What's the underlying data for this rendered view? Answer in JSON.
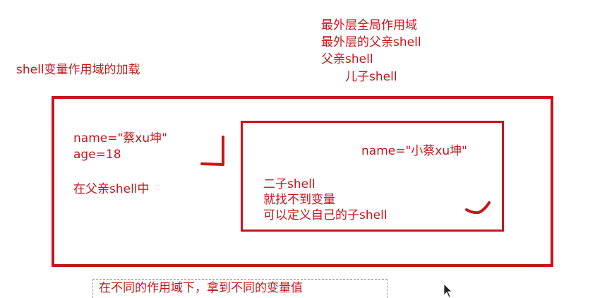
{
  "heading": {
    "title": "shell变量作用域的加载"
  },
  "hierarchy": {
    "lines": [
      "最外层全局作用域",
      "最外层的父亲shell",
      "父亲shell",
      "儿子shell"
    ]
  },
  "parent_shell": {
    "name_line": "name=\"蔡xu坤\"",
    "age_line": "age=18",
    "label": "在父亲shell中"
  },
  "child_shell": {
    "name_line": "name=\"小蔡xu坤\"",
    "note_lines": [
      "二子shell",
      "就找不到变量",
      "可以定义自己的子shell"
    ]
  },
  "caption": {
    "text": "在不同的作用域下，拿到不同的变量值"
  },
  "colors": {
    "ink": "#c4161c",
    "caption_border": "#9a9a9a",
    "cursor": "#222222"
  }
}
